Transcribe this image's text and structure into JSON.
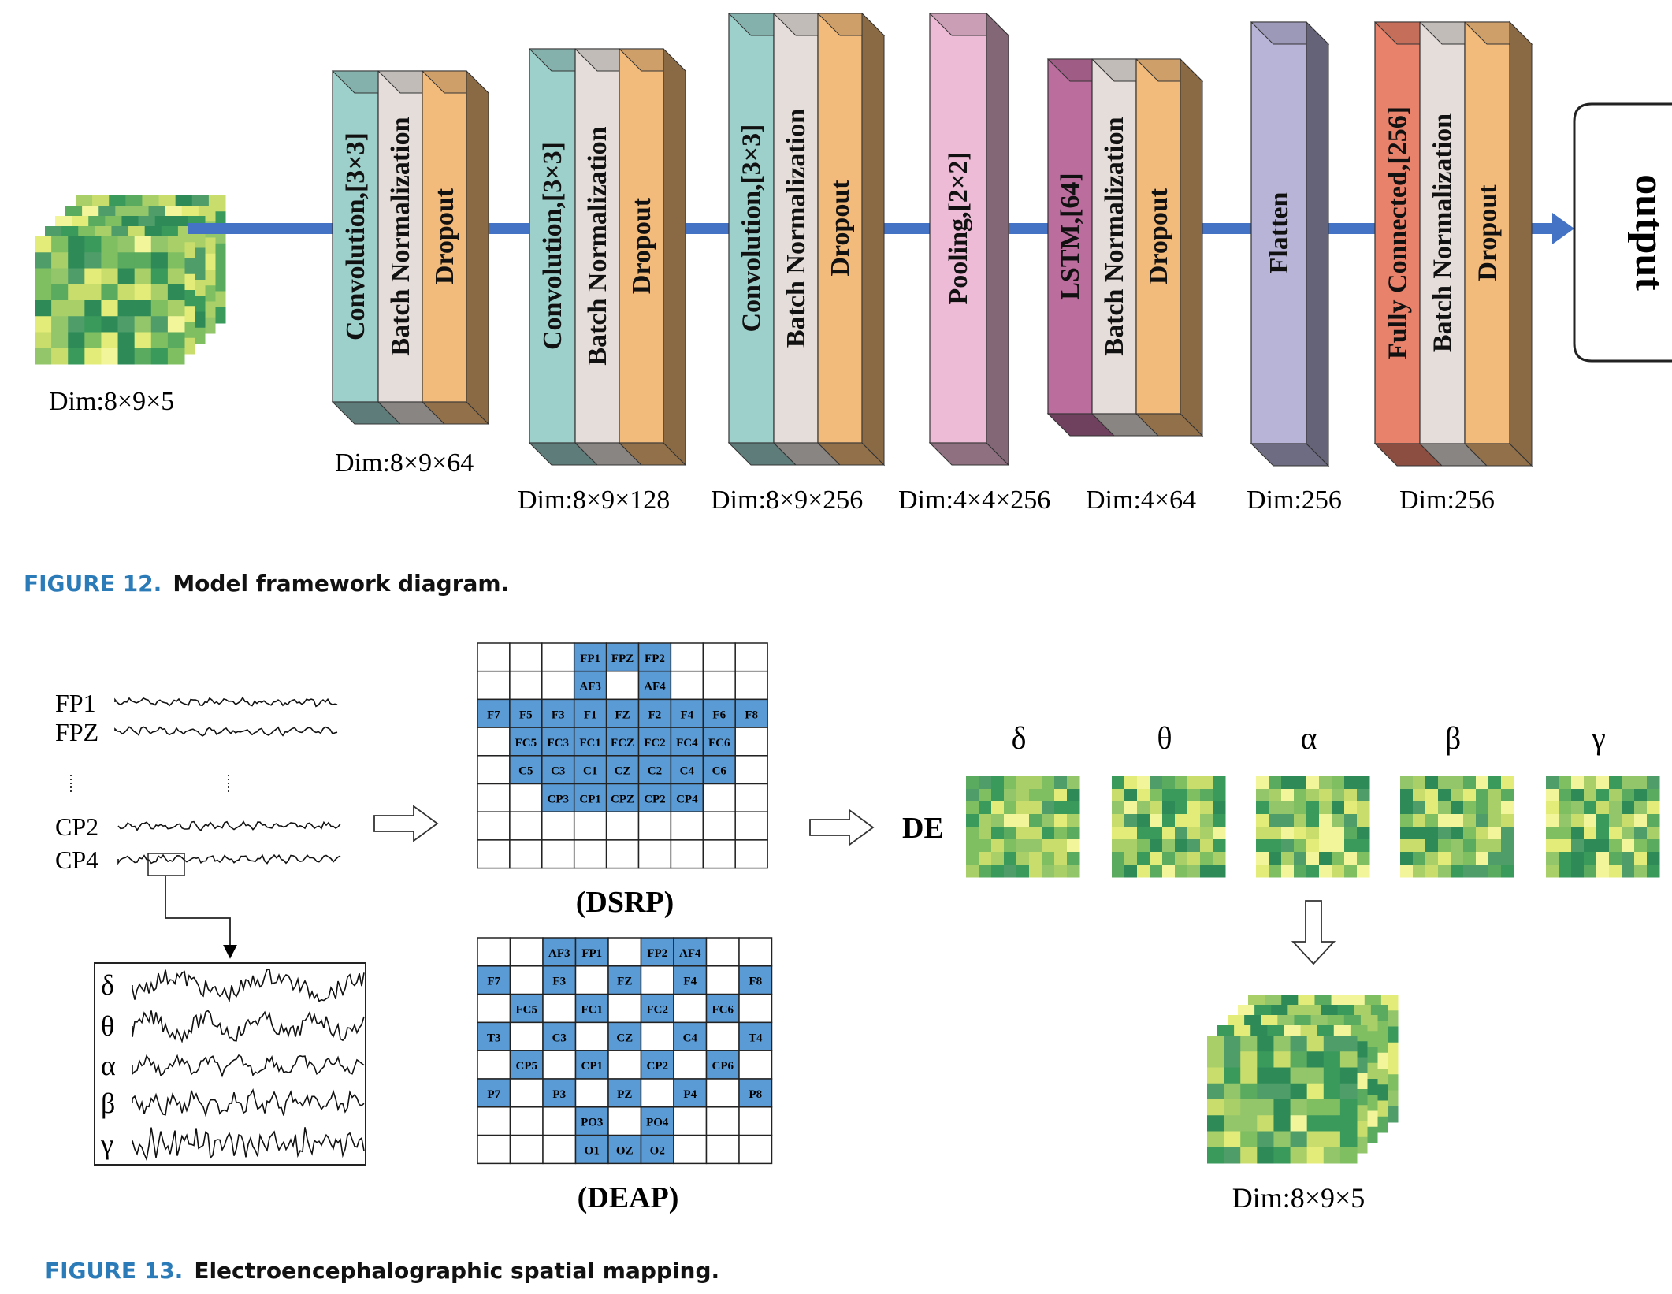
{
  "fig12": {
    "caption_num": "FIGURE 12.",
    "caption_text": "Model framework diagram.",
    "input_dim": "Dim:8×9×5",
    "blocks": [
      {
        "layers": [
          "Convolution,[3×3]",
          "Batch Normalization",
          "Dropout"
        ],
        "dim": "Dim:8×9×64"
      },
      {
        "layers": [
          "Convolution,[3×3]",
          "Batch Normalization",
          "Dropout"
        ],
        "dim": "Dim:8×9×128"
      },
      {
        "layers": [
          "Convolution,[3×3]",
          "Batch Normalization",
          "Dropout"
        ],
        "dim": "Dim:8×9×256"
      },
      {
        "layers": [
          "Pooling,[2×2]"
        ],
        "dim": "Dim:4×4×256"
      },
      {
        "layers": [
          "LSTM,[64]",
          "Batch Normalization",
          "Dropout"
        ],
        "dim": "Dim:4×64"
      },
      {
        "layers": [
          "Flatten"
        ],
        "dim": "Dim:256"
      },
      {
        "layers": [
          "Fully Connected,[256]",
          "Batch Normalization",
          "Dropout"
        ],
        "dim": "Dim:256"
      }
    ],
    "output_label": "output"
  },
  "fig13": {
    "caption_num": "FIGURE 13.",
    "caption_text": "Electroencephalographic spatial mapping.",
    "channels_top": [
      "FP1",
      "FPZ"
    ],
    "channels_bottom": [
      "CP2",
      "CP4"
    ],
    "bands": [
      "δ",
      "θ",
      "α",
      "β",
      "γ"
    ],
    "dsrp_label": "(DSRP)",
    "deap_label": "(DEAP)",
    "de_label": "DE",
    "output_dim": "Dim:8×9×5",
    "dsrp_grid": [
      [
        "",
        "",
        "",
        "FP1",
        "FPZ",
        "FP2",
        "",
        "",
        ""
      ],
      [
        "",
        "",
        "",
        "AF3",
        "",
        "AF4",
        "",
        "",
        ""
      ],
      [
        "F7",
        "F5",
        "F3",
        "F1",
        "FZ",
        "F2",
        "F4",
        "F6",
        "F8"
      ],
      [
        "",
        "FC5",
        "FC3",
        "FC1",
        "FCZ",
        "FC2",
        "FC4",
        "FC6",
        ""
      ],
      [
        "",
        "C5",
        "C3",
        "C1",
        "CZ",
        "C2",
        "C4",
        "C6",
        ""
      ],
      [
        "",
        "",
        "CP3",
        "CP1",
        "CPZ",
        "CP2",
        "CP4",
        "",
        ""
      ],
      [
        "",
        "",
        "",
        "",
        "",
        "",
        "",
        "",
        ""
      ],
      [
        "",
        "",
        "",
        "",
        "",
        "",
        "",
        "",
        ""
      ]
    ],
    "deap_grid": [
      [
        "",
        "",
        "AF3",
        "FP1",
        "",
        "FP2",
        "AF4",
        "",
        ""
      ],
      [
        "F7",
        "",
        "F3",
        "",
        "FZ",
        "",
        "F4",
        "",
        "F8"
      ],
      [
        "",
        "FC5",
        "",
        "FC1",
        "",
        "FC2",
        "",
        "FC6",
        ""
      ],
      [
        "T3",
        "",
        "C3",
        "",
        "CZ",
        "",
        "C4",
        "",
        "T4"
      ],
      [
        "",
        "CP5",
        "",
        "CP1",
        "",
        "CP2",
        "",
        "CP6",
        ""
      ],
      [
        "P7",
        "",
        "P3",
        "",
        "PZ",
        "",
        "P4",
        "",
        "P8"
      ],
      [
        "",
        "",
        "",
        "PO3",
        "",
        "PO4",
        "",
        "",
        ""
      ],
      [
        "",
        "",
        "",
        "O1",
        "OZ",
        "O2",
        "",
        "",
        ""
      ]
    ]
  },
  "colors": {
    "arrow_blue": "#4472c4",
    "cell_blue": "#5b9bd5",
    "conv": "#9dd0cb",
    "bn": "#e4ddd9",
    "dropout": "#f2bb7c",
    "pool": "#eebbd6",
    "lstm": "#bb6d9e",
    "flatten": "#b8b4d8",
    "fc": "#e8826b",
    "caption_blue": "#2b7bb9"
  }
}
